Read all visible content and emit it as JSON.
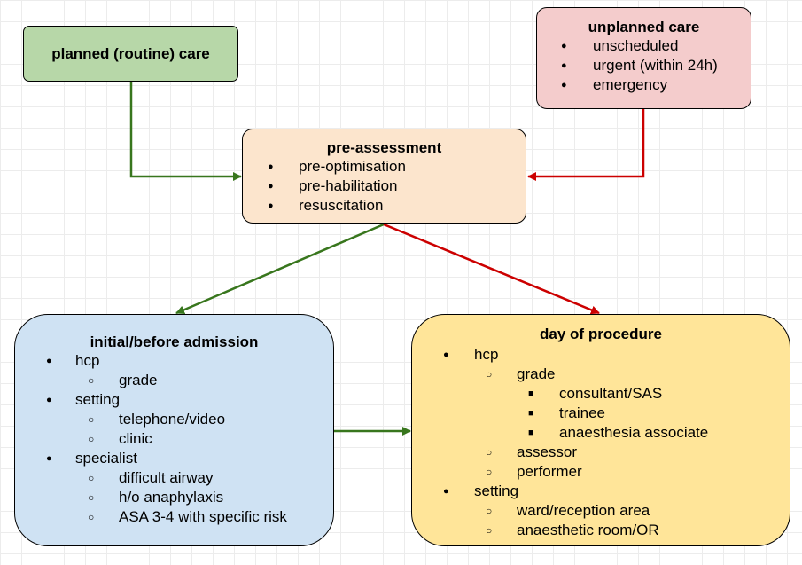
{
  "colors": {
    "green_arrow": "#38761d",
    "red_arrow": "#cc0000",
    "planned_fill": "#b7d7a8",
    "unplanned_fill": "#f4cccc",
    "preassess_fill": "#fce5cd",
    "initial_fill": "#cfe2f3",
    "day_fill": "#ffe599"
  },
  "planned": {
    "title": "planned (routine) care"
  },
  "unplanned": {
    "title": "unplanned care",
    "items": [
      "unscheduled",
      "urgent (within 24h)",
      "emergency"
    ]
  },
  "preassess": {
    "title": "pre-assessment",
    "items": [
      "pre-optimisation",
      "pre-habilitation",
      "resuscitation"
    ]
  },
  "initial": {
    "title": "initial/before admission",
    "hcp": "hcp",
    "grade": "grade",
    "setting": "setting",
    "telephone": "telephone/video",
    "clinic": "clinic",
    "specialist": "specialist",
    "difficult_airway": "difficult airway",
    "anaphylaxis": "h/o anaphylaxis",
    "asa": "ASA 3-4 with specific risk"
  },
  "day": {
    "title": "day of procedure",
    "hcp": "hcp",
    "grade": "grade",
    "consultant": "consultant/SAS",
    "trainee": "trainee",
    "associate": "anaesthesia associate",
    "assessor": "assessor",
    "performer": "performer",
    "setting": "setting",
    "ward": "ward/reception area",
    "room": "anaesthetic room/OR"
  }
}
